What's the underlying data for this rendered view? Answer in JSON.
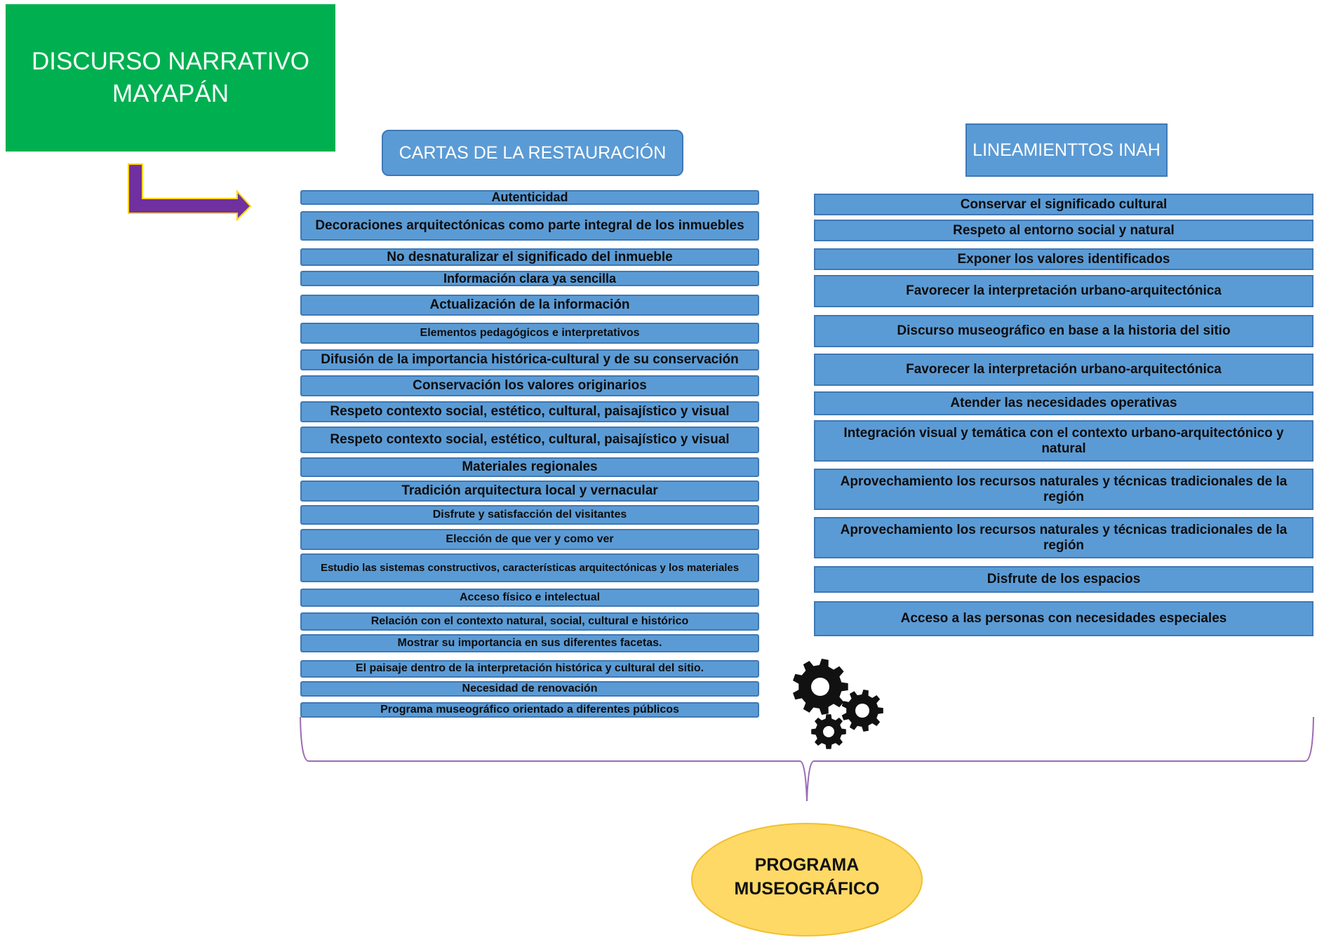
{
  "title": "DISCURSO NARRATIVO\nMAYAPÁN",
  "left_column": {
    "header": "CARTAS DE LA RESTAURACIÓN",
    "items": [
      "Autenticidad",
      "Decoraciones arquitectónicas como parte integral de los inmuebles",
      "No desnaturalizar el significado del inmueble",
      "Información clara ya sencilla",
      "Actualización de la información",
      "Elementos pedagógicos e interpretativos",
      "Difusión de la importancia histórica-cultural y de su conservación",
      "Conservación los valores originarios",
      "Respeto contexto social, estético, cultural, paisajístico y visual",
      "Respeto contexto social, estético, cultural, paisajístico y visual",
      "Materiales regionales",
      "Tradición arquitectura local y vernacular",
      "Disfrute y satisfacción del visitantes",
      "Elección de que ver y como ver",
      "Estudio las sistemas constructivos, características arquitectónicas y los materiales",
      "Acceso físico e intelectual",
      "Relación con el contexto natural, social, cultural e histórico",
      "Mostrar su importancia en sus diferentes facetas.",
      "El paisaje dentro de la interpretación histórica y cultural del sitio.",
      "Necesidad de renovación",
      "Programa museográfico orientado a diferentes públicos"
    ]
  },
  "right_column": {
    "header": "LINEAMIENTTOS INAH",
    "items": [
      "Conservar el significado cultural",
      "Respeto al entorno social y natural",
      "Exponer los valores identificados",
      "Favorecer la interpretación urbano-arquitectónica",
      "Discurso museográfico en base a la historia del sitio",
      "Favorecer la interpretación urbano-arquitectónica",
      "Atender las necesidades operativas",
      "Integración visual y temática con el contexto urbano-arquitectónico y natural",
      "Aprovechamiento los recursos naturales y técnicas tradicionales de la región",
      "Aprovechamiento los recursos naturales y técnicas tradicionales de la región",
      "Disfrute de los espacios",
      "Acceso a las personas  con necesidades especiales"
    ]
  },
  "result": "PROGRAMA\nMUSEOGRÁFICO",
  "icons": {
    "arrow": "elbow-arrow-icon",
    "gears": "gears-icon"
  },
  "colors": {
    "title_bg": "#00b050",
    "box_fill": "#5b9bd5",
    "box_border": "#3f78b5",
    "arrow_fill": "#7030a0",
    "arrow_border": "#ffd700",
    "brace": "#9b6bb5",
    "ellipse_fill": "#ffd966",
    "ellipse_border": "#f0c030",
    "gear": "#111111"
  }
}
